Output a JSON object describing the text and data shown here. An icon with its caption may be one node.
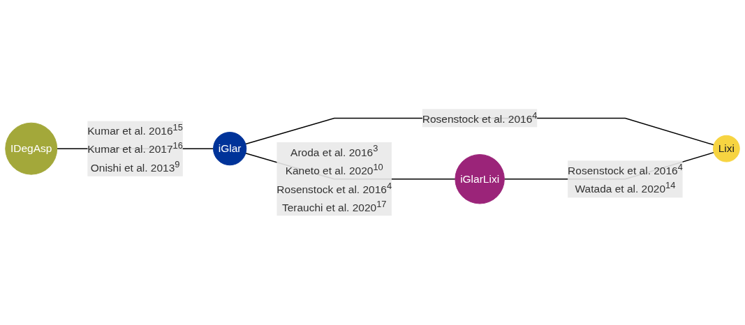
{
  "diagram": {
    "nodes": [
      {
        "text": [
          "IDegAsp"
        ]
      },
      {
        "text": [
          "iGlar"
        ]
      },
      {
        "text": [
          "iGlarLixi"
        ]
      },
      {
        "text": [
          "Lixi"
        ]
      }
    ],
    "edges": [
      {
        "from": 0,
        "to": 1,
        "arrow": "none",
        "label": "Kumar et al. 2016$^{15}$ Kumar et al. 2017$^{16}$ Onishi et al. 2013$^{9}$"
      },
      {
        "from": 1,
        "to": 2,
        "arrow": "none",
        "label": "Aroda et al. 2016$^{3}$ Kaneto et al. 2020$^{10}$ Rosenstock et al. 2016$^{4}$ Terauchi et al. 2020$^{17}$"
      },
      {
        "from": 1,
        "to": 3,
        "arrow": "none",
        "label": "Rosenstock et al. 2016$^{4}$"
      },
      {
        "from": 2,
        "to": 3,
        "arrow": "none",
        "label": "Rosenstock et al. 2016$^{4}$ Watada et al. 2020$^{14}$"
      }
    ]
  }
}
